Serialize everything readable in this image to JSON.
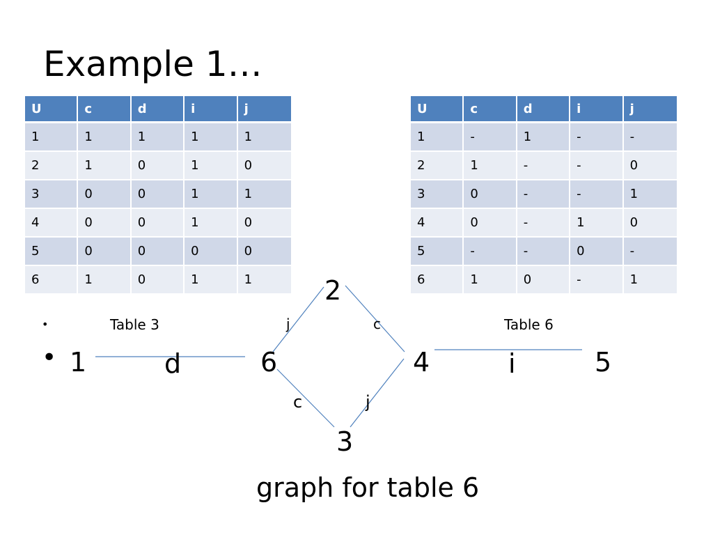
{
  "title": "Example 1…",
  "table3": {
    "headers": [
      "U",
      "c",
      "d",
      "i",
      "j"
    ],
    "rows": [
      [
        "1",
        "1",
        "1",
        "1",
        "1"
      ],
      [
        "2",
        "1",
        "0",
        "1",
        "0"
      ],
      [
        "3",
        "0",
        "0",
        "1",
        "1"
      ],
      [
        "4",
        "0",
        "0",
        "1",
        "0"
      ],
      [
        "5",
        "0",
        "0",
        "0",
        "0"
      ],
      [
        "6",
        "1",
        "0",
        "1",
        "1"
      ]
    ],
    "caption": "Table 3"
  },
  "table6": {
    "headers": [
      "U",
      "c",
      "d",
      "i",
      "j"
    ],
    "rows": [
      [
        "1",
        "-",
        "1",
        "-",
        "-"
      ],
      [
        "2",
        "1",
        "-",
        "-",
        "0"
      ],
      [
        "3",
        "0",
        "-",
        "-",
        "1"
      ],
      [
        "4",
        "0",
        "-",
        "1",
        "0"
      ],
      [
        "5",
        "-",
        "-",
        "0",
        "-"
      ],
      [
        "6",
        "1",
        "0",
        "-",
        "1"
      ]
    ],
    "caption": "Table 6"
  },
  "bullets": {
    "small": "•",
    "big": "•"
  },
  "graph": {
    "nodes": {
      "n1": "1",
      "n2": "2",
      "n3": "3",
      "n4": "4",
      "n5": "5",
      "n6": "6"
    },
    "edges": {
      "e1_6": "d",
      "e6_2": "j",
      "e2_4": "c",
      "e6_3": "c",
      "e3_4": "j",
      "e4_5": "i"
    },
    "caption": "graph for table 6",
    "edge_color": "#4f81bd"
  }
}
